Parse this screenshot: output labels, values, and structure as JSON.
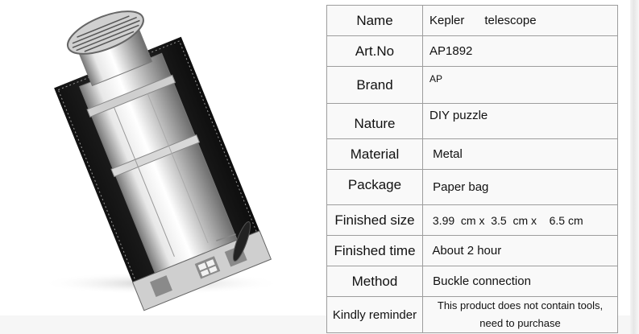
{
  "product_image": {
    "subject": "Kepler telescope metal model",
    "icon": "telescope-model-image"
  },
  "spec_table": {
    "rows": [
      {
        "label": "Name",
        "value": "Kepler      telescope"
      },
      {
        "label": "Art.No",
        "value": "AP1892"
      },
      {
        "label": "Brand",
        "value": "AP"
      },
      {
        "label": "Nature",
        "value": "DIY puzzle"
      },
      {
        "label": "Material",
        "value": " Metal"
      },
      {
        "label": "Package",
        "value": " Paper bag"
      },
      {
        "label": "Finished size",
        "value": " 3.99  cm x  3.5  cm x    6.5 cm"
      },
      {
        "label": "Finished time",
        "value": " About 2 hour"
      },
      {
        "label": "Method",
        "value": " Buckle connection"
      },
      {
        "label": "Kindly reminder",
        "value_line1": "This product does not contain tools,",
        "value_line2": "need to purchase"
      }
    ]
  },
  "colors": {
    "table_border": "#9d9d9d",
    "table_bg": "#f9f9f9",
    "text": "#111111"
  }
}
